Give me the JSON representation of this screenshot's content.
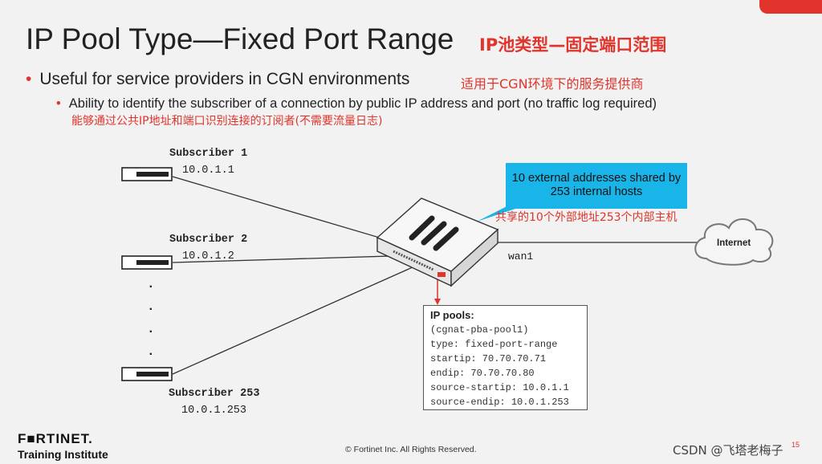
{
  "title": "IP Pool Type—Fixed Port Range",
  "title_cn": "IP池类型—固定端口范围",
  "bullet1": {
    "text": "Useful for service providers in CGN environments",
    "cn": "适用于CGN环境下的服务提供商"
  },
  "bullet2": {
    "text": "Ability to identify the subscriber of a connection by public IP address and port (no traffic log required)",
    "cn": "能够通过公共IP地址和端口识别连接的订阅者(不需要流量日志)"
  },
  "subscribers": [
    {
      "name": "Subscriber 1",
      "ip": "10.0.1.1"
    },
    {
      "name": "Subscriber 2",
      "ip": "10.0.1.2"
    },
    {
      "name": "Subscriber 253",
      "ip": "10.0.1.253"
    }
  ],
  "ellipsis_dot": ".",
  "callout": {
    "text": "10 external addresses shared by 253 internal hosts",
    "cn": "共享的10个外部地址253个内部主机"
  },
  "wan_label": "wan1",
  "internet_label": "Internet",
  "ip_pools": {
    "title": "IP pools:",
    "lines": [
      "(cgnat-pba-pool1)",
      "type: fixed-port-range",
      "startip: 70.70.70.71",
      "endip: 70.70.70.80",
      "source-startip: 10.0.1.1",
      "source-endip: 10.0.1.253"
    ]
  },
  "logo": {
    "name": "F■RTINET.",
    "subtitle": "Training Institute"
  },
  "footer": "© Fortinet Inc. All Rights Reserved.",
  "page_number": "15",
  "watermark": "CSDN @飞塔老梅子",
  "colors": {
    "accent_red": "#e0342c",
    "callout_blue": "#19b4e8",
    "background": "#f2f2f2"
  },
  "bullet_glyph": "•"
}
